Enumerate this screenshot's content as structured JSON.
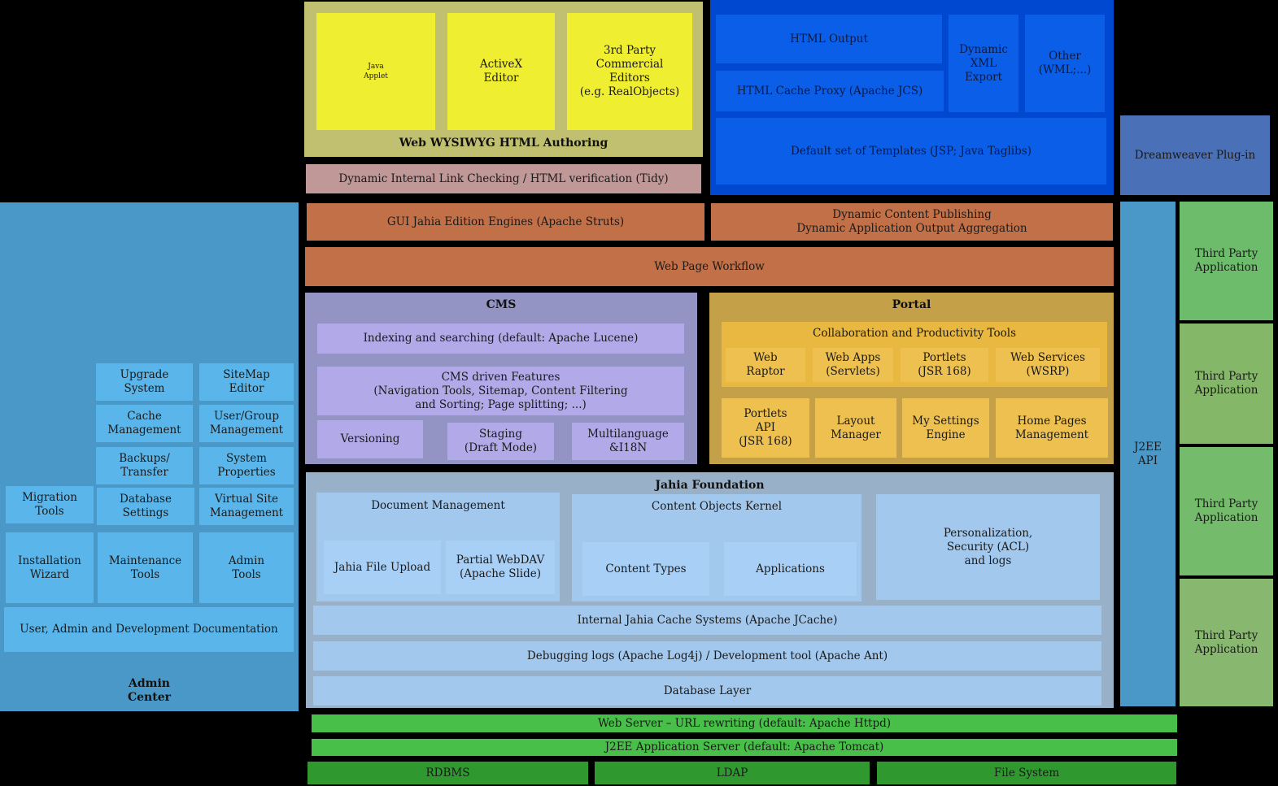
{
  "wysiwyg": {
    "title": "Web WYSIWYG HTML Authoring",
    "java_applet": "Java\nApplet",
    "activex": "ActiveX\nEditor",
    "third_party": "3rd Party\nCommercial\nEditors\n(e.g. RealObjects)"
  },
  "tidy": "Dynamic Internal Link Checking / HTML verification (Tidy)",
  "output": {
    "html_output": "HTML Output",
    "html_cache": "HTML Cache Proxy (Apache JCS)",
    "dynamic_xml": "Dynamic\nXML\nExport",
    "other": "Other\n(WML;...)",
    "templates": "Default set of Templates (JSP; Java Taglibs)"
  },
  "dreamweaver": "Dreamweaver Plug-in",
  "admin": {
    "title": "Admin\nCenter",
    "items": [
      "Upgrade\nSystem",
      "SiteMap\nEditor",
      "Cache\nManagement",
      "User/Group\nManagement",
      "Backups/\nTransfer",
      "System\nProperties",
      "Migration\nTools",
      "Database\nSettings",
      "Virtual Site\nManagement",
      "Installation\nWizard",
      "Maintenance\nTools",
      "Admin\nTools",
      "User, Admin and Development Documentation"
    ]
  },
  "engines": {
    "gui": "GUI Jahia Edition Engines (Apache Struts)",
    "publishing": "Dynamic Content Publishing\nDynamic Application Output Aggregation",
    "workflow": "Web Page Workflow"
  },
  "cms": {
    "title": "CMS",
    "indexing": "Indexing and searching (default: Apache Lucene)",
    "features": "CMS driven Features\n(Navigation Tools, Sitemap, Content Filtering\nand Sorting; Page splitting; ...)",
    "versioning": "Versioning",
    "staging": "Staging\n(Draft Mode)",
    "multilanguage": "Multilanguage\n&I18N"
  },
  "portal": {
    "title": "Portal",
    "collab": "Collaboration and Productivity Tools",
    "web_raptor": "Web\nRaptor",
    "web_apps": "Web Apps\n(Servlets)",
    "portlets": "Portlets\n(JSR 168)",
    "web_services": "Web Services\n(WSRP)",
    "portlets_api": "Portlets\nAPI\n(JSR 168)",
    "layout": "Layout\nManager",
    "my_settings": "My Settings\nEngine",
    "home_pages": "Home Pages\nManagement"
  },
  "foundation": {
    "title": "Jahia Foundation",
    "doc_mgmt": "Document Management",
    "file_upload": "Jahia File Upload",
    "webdav": "Partial WebDAV\n(Apache Slide)",
    "kernel": "Content Objects Kernel",
    "content_types": "Content Types",
    "applications": "Applications",
    "personalization": "Personalization,\nSecurity (ACL)\nand logs",
    "cache": "Internal Jahia Cache Systems (Apache JCache)",
    "debugging": "Debugging logs (Apache Log4j) / Development tool (Apache Ant)",
    "database_layer": "Database Layer"
  },
  "j2ee_api": "J2EE\nAPI",
  "third_party": [
    "Third Party\nApplication",
    "Third Party\nApplication",
    "Third Party\nApplication",
    "Third Party\nApplication"
  ],
  "infra": {
    "web_server": "Web Server – URL rewriting (default: Apache Httpd)",
    "app_server": "J2EE Application Server (default: Apache Tomcat)",
    "rdbms": "RDBMS",
    "ldap": "LDAP",
    "file_system": "File System"
  }
}
